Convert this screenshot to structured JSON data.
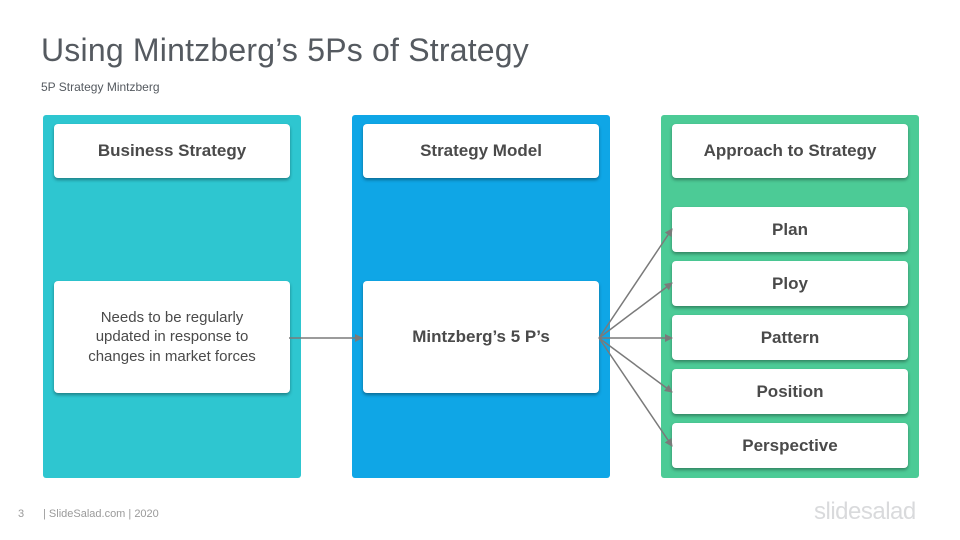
{
  "slide": {
    "title": "Using Mintzberg’s 5Ps of Strategy",
    "subtitle": "5P Strategy Mintzberg"
  },
  "columns": [
    {
      "header": "Business Strategy",
      "body": "Needs to be regularly updated in response to changes in market forces",
      "color": "#2ec6d0"
    },
    {
      "header": "Strategy Model",
      "body": "Mintzberg’s 5 P’s",
      "color": "#0fa6e6"
    },
    {
      "header": "Approach to Strategy",
      "items": [
        "Plan",
        "Ploy",
        "Pattern",
        "Position",
        "Perspective"
      ],
      "color": "#4ccb96"
    }
  ],
  "colors": {
    "connector": "#7a7a7a",
    "text": "#4a4a4a"
  },
  "footer": {
    "page_number": "3",
    "text": "| SlideSalad.com | 2020",
    "logo": "slidesalad"
  }
}
